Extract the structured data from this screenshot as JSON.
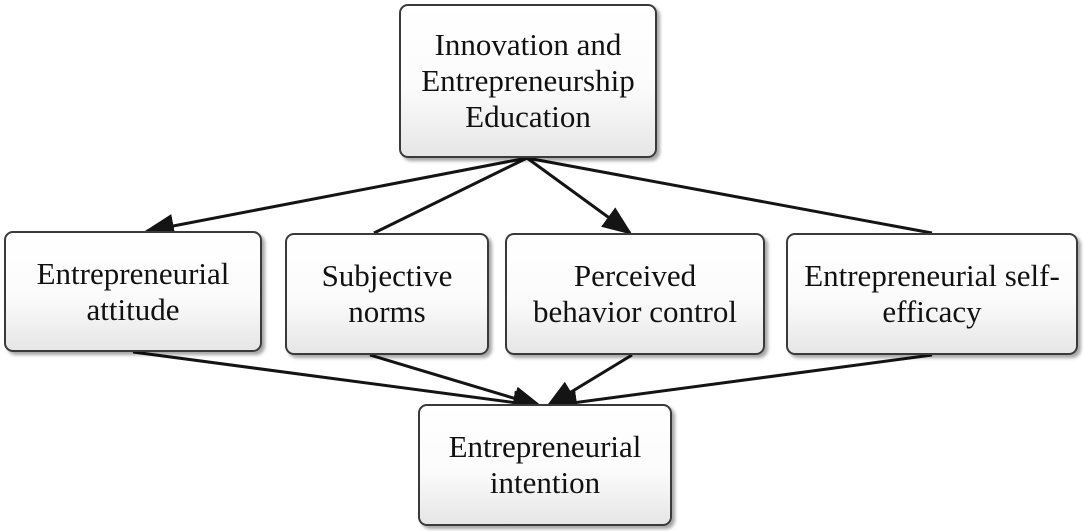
{
  "nodes": {
    "education": "Innovation and\nEntrepreneurship\nEducation",
    "attitude": "Entrepreneurial\nattitude",
    "norms": "Subjective\nnorms",
    "perceived": "Perceived\nbehavior control",
    "self_efficacy": "Entrepreneurial self-\nefficacy",
    "intention": "Entrepreneurial\nintention"
  },
  "colors": {
    "line": "#141414",
    "box_border": "#3a3a3a"
  }
}
